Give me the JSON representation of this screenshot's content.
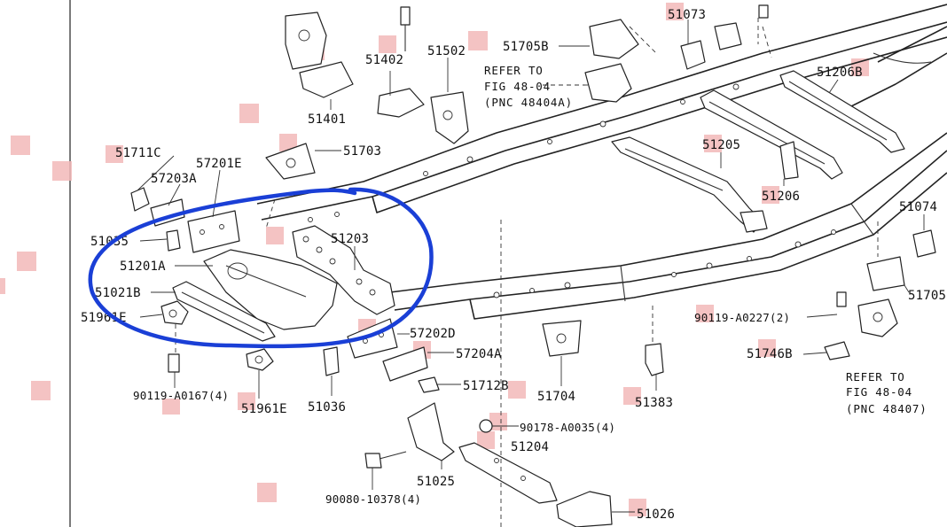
{
  "callouts": {
    "p51711c": "51711C",
    "p57203a": "57203A",
    "p57201e": "57201E",
    "p51035": "51035",
    "p51201a": "51201A",
    "p51021b": "51021B",
    "p51961e_left": "51961E",
    "p90119_a0167": "90119-A0167(4)",
    "p51961e_bottom": "51961E",
    "p51036": "51036",
    "p51203": "51203",
    "p57202d": "57202D",
    "p57204a": "57204A",
    "p51712b": "51712B",
    "p51704": "51704",
    "p51383": "51383",
    "p90178_a0035": "90178-A0035(4)",
    "p51204": "51204",
    "p51025": "51025",
    "p90080_10378": "90080-10378(4)",
    "p51026": "51026",
    "p51402": "51402",
    "p51401": "51401",
    "p51502": "51502",
    "p51703": "51703",
    "p51705b": "51705B",
    "p51073": "51073",
    "p51206b": "51206B",
    "p51205": "51205",
    "p51206": "51206",
    "p51074": "51074",
    "p51705": "51705",
    "p90119_a0227": "90119-A0227(2)",
    "p51746b": "51746B"
  },
  "references": {
    "ref1": {
      "line1": "REFER TO",
      "line2": "FIG 48-04",
      "line3": "(PNC 48404A)"
    },
    "ref2": {
      "line1": "REFER TO",
      "line2": "FIG 48-04",
      "line3": "(PNC 48407)"
    }
  },
  "colors": {
    "ink": "#222222",
    "highlight_marker": "#f2b8b8",
    "annotation_circle": "#1a3fd6",
    "background": "#ffffff"
  },
  "annotation": {
    "shape": "hand-drawn circle around front crossmember group"
  }
}
